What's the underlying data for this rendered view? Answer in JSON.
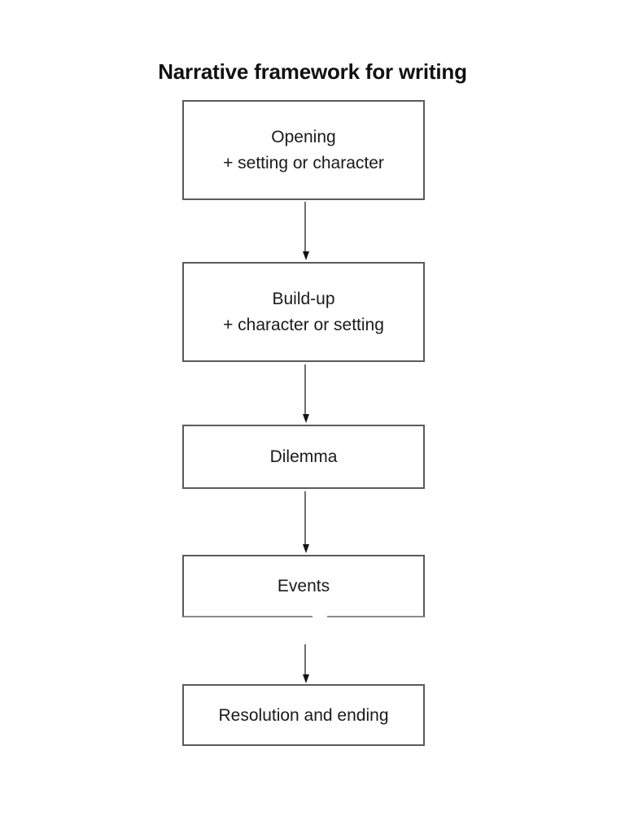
{
  "diagram": {
    "title": "Narrative framework for writing",
    "type": "flowchart",
    "orientation": "vertical-top-to-bottom",
    "background_color": "#ffffff",
    "box_border_color": "#5a5a5a",
    "text_color": "#1a1a1a",
    "arrow_color": "#141414",
    "steps": [
      {
        "id": "opening",
        "order": 1,
        "primary": "Opening",
        "secondary": "+ setting or character"
      },
      {
        "id": "buildup",
        "order": 2,
        "primary": "Build-up",
        "secondary": "+ character or setting"
      },
      {
        "id": "dilemma",
        "order": 3,
        "primary": "Dilemma",
        "secondary": ""
      },
      {
        "id": "events",
        "order": 4,
        "primary": "Events",
        "secondary": ""
      },
      {
        "id": "resolution",
        "order": 5,
        "primary": "Resolution and ending",
        "secondary": ""
      }
    ],
    "connectors": [
      {
        "id": "opening-to-buildup",
        "from": "opening",
        "to": "buildup",
        "marker": "arrowhead-down"
      },
      {
        "id": "buildup-to-dilemma",
        "from": "buildup",
        "to": "dilemma",
        "marker": "arrowhead-down"
      },
      {
        "id": "dilemma-to-events",
        "from": "dilemma",
        "to": "events",
        "marker": "arrowhead-down"
      },
      {
        "id": "events-to-resolution",
        "from": "events",
        "to": "resolution",
        "marker": "arrowhead-down"
      }
    ]
  }
}
